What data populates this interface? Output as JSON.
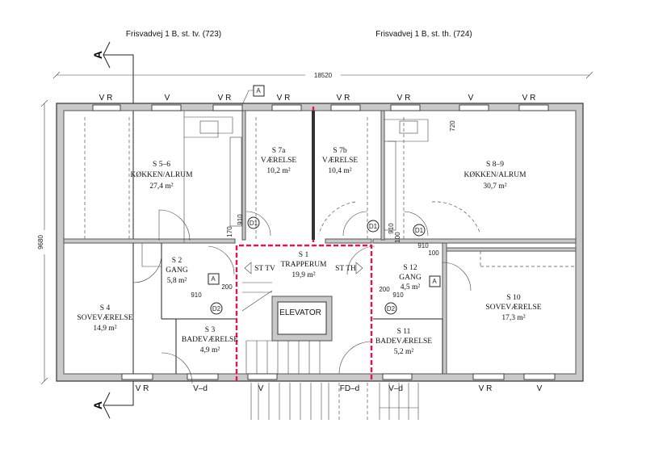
{
  "headers": {
    "left_unit": "Frisvadvej 1 B, st. tv. (723)",
    "right_unit": "Frisvadvej 1 B, st. th. (724)"
  },
  "dimensions": {
    "overall_width": "18520",
    "overall_depth": "9680",
    "d_910_a": "910",
    "d_170": "170",
    "d_910_b": "910",
    "d_100_a": "100",
    "d_910_c": "910",
    "d_100_b": "100",
    "d_720": "720",
    "d_200_a": "200",
    "d_910_d": "910",
    "d_200_b": "200",
    "d_910_e": "910"
  },
  "section_marker": "A",
  "tag_marker": "A",
  "windows_top": [
    "V R",
    "V",
    "V R",
    "V R",
    "V R",
    "V R",
    "V",
    "V R"
  ],
  "windows_bottom": [
    "V R",
    "V–d",
    "V",
    "FD–d",
    "V–d",
    "V R",
    "V"
  ],
  "door_tags": {
    "d1": "D1",
    "d2": "D2"
  },
  "rooms": {
    "s56": {
      "id": "S 5–6",
      "name": "KØKKEN/ALRUM",
      "area": "27,4 m²"
    },
    "s7a": {
      "id": "S 7a",
      "name": "VÆRELSE",
      "area": "10,2 m²"
    },
    "s7b": {
      "id": "S 7b",
      "name": "VÆRELSE",
      "area": "10,4 m²"
    },
    "s89": {
      "id": "S 8–9",
      "name": "KØKKEN/ALRUM",
      "area": "30,7 m²"
    },
    "s1": {
      "id": "S 1",
      "name": "TRAPPERUM",
      "area": "19,9 m²"
    },
    "s2": {
      "id": "S 2",
      "name": "GANG",
      "area": "5,8 m²"
    },
    "s12": {
      "id": "S 12",
      "name": "GANG",
      "area": "4,5 m²"
    },
    "s4": {
      "id": "S 4",
      "name": "SOVEVÆRELSE",
      "area": "14,9 m²"
    },
    "s10": {
      "id": "S 10",
      "name": "SOVEVÆRELSE",
      "area": "17,3 m²"
    },
    "s3": {
      "id": "S 3",
      "name": "BADEVÆRELSE",
      "area": "4,9 m²"
    },
    "s11": {
      "id": "S 11",
      "name": "BADEVÆRELSE",
      "area": "5,2 m²"
    }
  },
  "stair_labels": {
    "left": "ST TV",
    "right": "ST TH"
  },
  "elevator": "ELEVATOR"
}
